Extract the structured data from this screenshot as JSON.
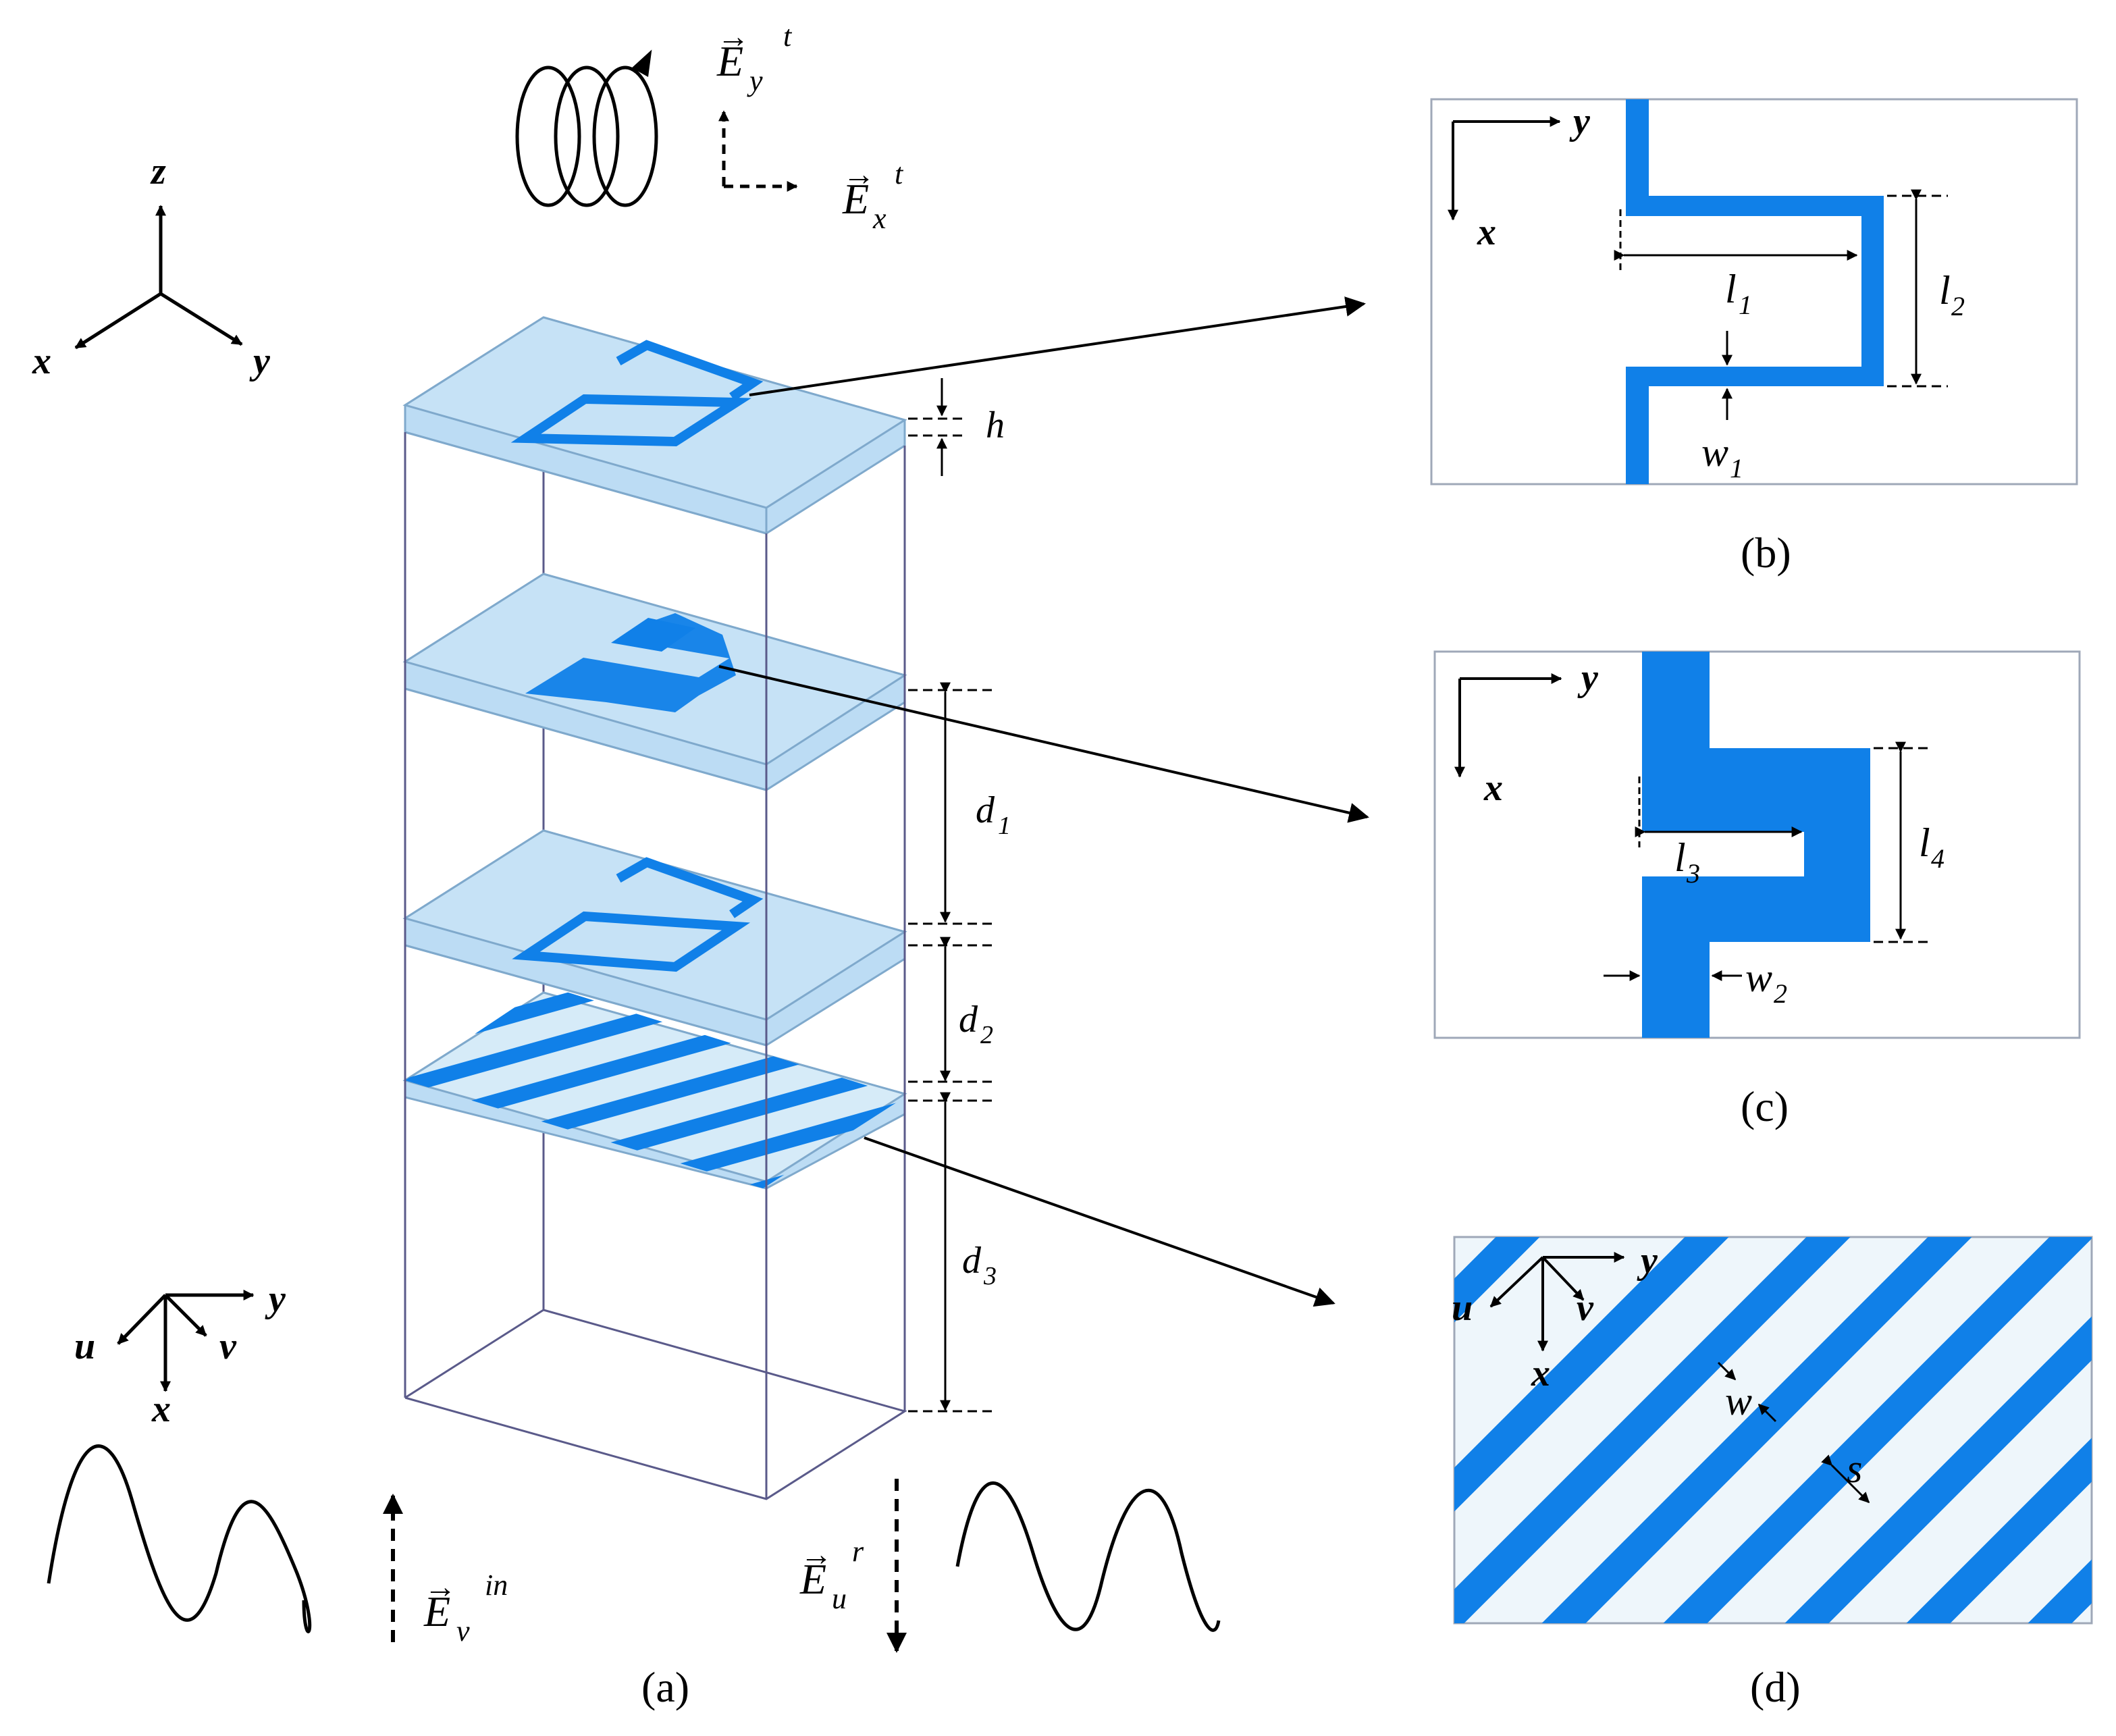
{
  "colors": {
    "metal": "#1080e8",
    "substrate_fill": "#bcdcf4",
    "substrate_edge": "#7fa9cc",
    "box_edge": "#5a5a8a",
    "panel_d_bg": "#eef6fb"
  },
  "icons": [
    "coordinate-axes-icon",
    "helix-polarization-icon",
    "sine-wave-icon",
    "dashed-arrow-icon"
  ],
  "axes": {
    "x": "x",
    "y": "y",
    "z": "z",
    "u": "u",
    "v": "v"
  },
  "field_labels": {
    "e_transmit_y": {
      "base": "E",
      "sub": "y",
      "sup": "t"
    },
    "e_transmit_x": {
      "base": "E",
      "sub": "x",
      "sup": "t"
    },
    "e_incident": {
      "base": "E",
      "sub": "v",
      "sup": "in"
    },
    "e_reflected": {
      "base": "E",
      "sub": "u",
      "sup": "r"
    }
  },
  "dimensions": {
    "h": "h",
    "d1": {
      "base": "d",
      "sub": "1"
    },
    "d2": {
      "base": "d",
      "sub": "2"
    },
    "d3": {
      "base": "d",
      "sub": "3"
    },
    "l1": {
      "base": "l",
      "sub": "1"
    },
    "l2": {
      "base": "l",
      "sub": "2"
    },
    "l3": {
      "base": "l",
      "sub": "3"
    },
    "l4": {
      "base": "l",
      "sub": "4"
    },
    "w1": {
      "base": "w",
      "sub": "1"
    },
    "w2": {
      "base": "w",
      "sub": "2"
    },
    "w": "w",
    "s": "s"
  },
  "captions": {
    "a": "(a)",
    "b": "(b)",
    "c": "(c)",
    "d": "(d)"
  }
}
